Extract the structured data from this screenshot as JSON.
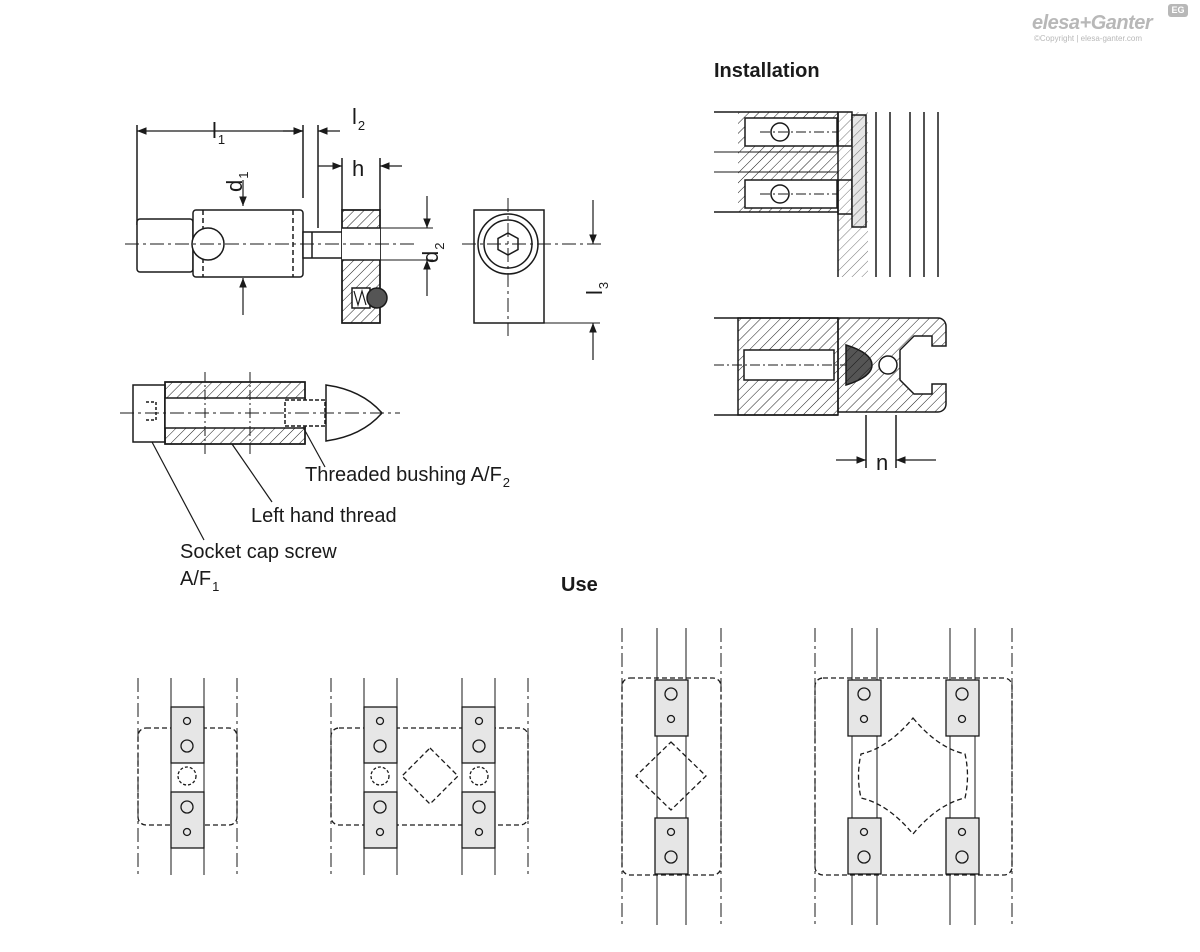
{
  "logo": {
    "text": "elesa+Ganter",
    "copyright": "©Copyright | elesa-ganter.com",
    "badge": "EG"
  },
  "headings": {
    "installation": "Installation",
    "use": "Use"
  },
  "dimensions": {
    "l": "l",
    "d": "d",
    "h": "h",
    "n": "n",
    "l1_sub": "1",
    "l2_sub": "2",
    "l3_sub": "3",
    "d1_sub": "1",
    "d2_sub": "2"
  },
  "callouts": {
    "threaded_bushing": "Threaded bushing A/F",
    "threaded_bushing_sub": "2",
    "left_hand_thread": "Left hand thread",
    "socket_cap_screw_1": "Socket cap screw",
    "socket_cap_screw_2": "A/F",
    "socket_cap_screw_sub": "1"
  },
  "colors": {
    "line": "#1a1a1a",
    "fill_part": "#e6e6e6",
    "fill_ball": "#555555",
    "logo": "#b8b8b8"
  },
  "icons": [
    "hex-socket-icon",
    "ball-plunger-icon",
    "profile-slot-icon"
  ]
}
